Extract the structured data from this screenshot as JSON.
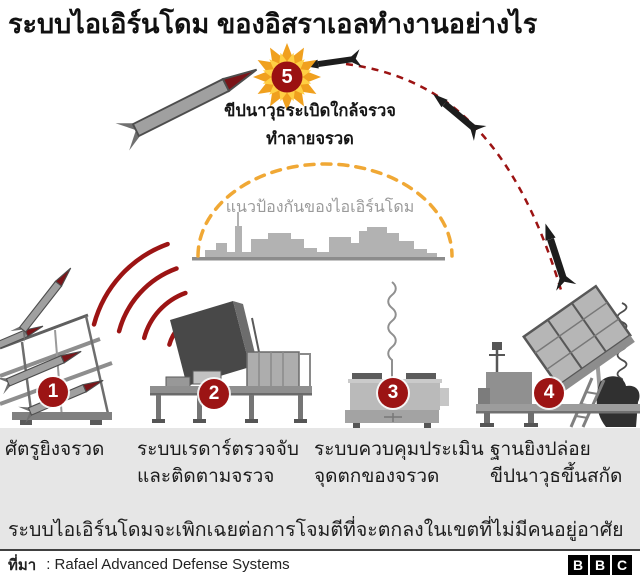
{
  "title": "ระบบไอเอิร์นโดม ของอิสราเอลทำงานอย่างไร",
  "interception": {
    "badge": "5",
    "line1": "ขีปนาวุธระเบิดใกล้จรวจ",
    "line2": "ทำลายจรวด"
  },
  "dome": {
    "label": "แนวป้องกันของไอเอิร์นโดม"
  },
  "steps": [
    {
      "number": "1",
      "lines": [
        "ศัตรูยิงจรวด"
      ]
    },
    {
      "number": "2",
      "lines": [
        "ระบบเรดาร์ตรวจจับ",
        "และติดตามจรวจ"
      ]
    },
    {
      "number": "3",
      "lines": [
        "ระบบควบคุมประเมิน",
        "จุดตกของจรวด"
      ]
    },
    {
      "number": "4",
      "lines": [
        "ฐานยิงปล่อย",
        "ขีปนาวุธขึ้นสกัด"
      ]
    }
  ],
  "caption": "ระบบไอเอิร์นโดมจะเพิกเฉยต่อการโจมตีที่จะตกลงในเขตที่ไม่มีคนอยู่อาศัย",
  "footer": {
    "source_label": "ที่มา",
    "source_value": ": Rafael Advanced Defense Systems",
    "logo_letters": [
      "B",
      "B",
      "C"
    ]
  },
  "colors": {
    "accent_red": "#9c1414",
    "trajectory_red": "#9c1313",
    "dome_yellow": "#f0a835",
    "explosion_orange": "#f0a01e",
    "explosion_yellow": "#ffcf43",
    "explosion_core": "#9b1111",
    "band_gray": "#e6e6e6",
    "machine_gray": "#9a9a9a"
  }
}
